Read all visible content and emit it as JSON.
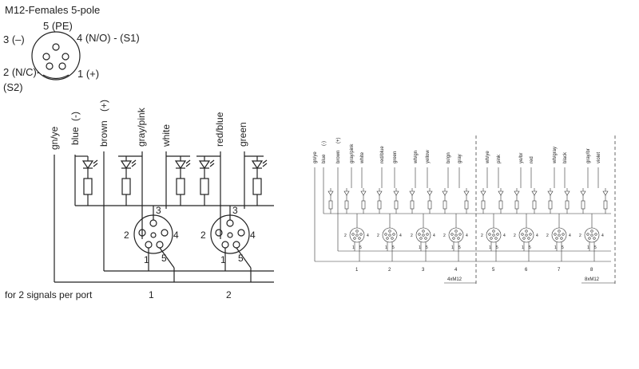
{
  "pinout": {
    "title": "M12-Females  5-pole",
    "pin5": "5 (PE)",
    "pin3": "3 (–)",
    "pin4": "4  (N/O) - (S1)",
    "pin2": "2  (N/C)-",
    "pin2b": "(S2)",
    "pin1": "1 (+)"
  },
  "left_diagram": {
    "wires": [
      "gn/ye",
      "blue",
      "(-)",
      "brown",
      "(+)",
      "gray/pink",
      "white",
      "red/blue",
      "green"
    ],
    "pins": [
      "2",
      "3",
      "4",
      "1",
      "5"
    ],
    "footer_label": "for 2 signals per port",
    "ports": [
      "1",
      "2"
    ]
  },
  "right_diagram": {
    "wires": [
      "gn/ye",
      "blue",
      "(-)",
      "brown",
      "(+)",
      "gray/pink",
      "white",
      "red/blue",
      "green",
      "wh/gn",
      "yellow",
      "br/gn",
      "gray",
      "wh/ye",
      "pink",
      "ye/br",
      "red",
      "wh/gray",
      "black",
      "gray/br",
      "violet"
    ],
    "ports": [
      "1",
      "2",
      "3",
      "4",
      "5",
      "6",
      "7",
      "8"
    ],
    "group_labels": [
      "4xM12",
      "8xM12"
    ],
    "pins": [
      "2",
      "4",
      "1",
      "5"
    ]
  }
}
